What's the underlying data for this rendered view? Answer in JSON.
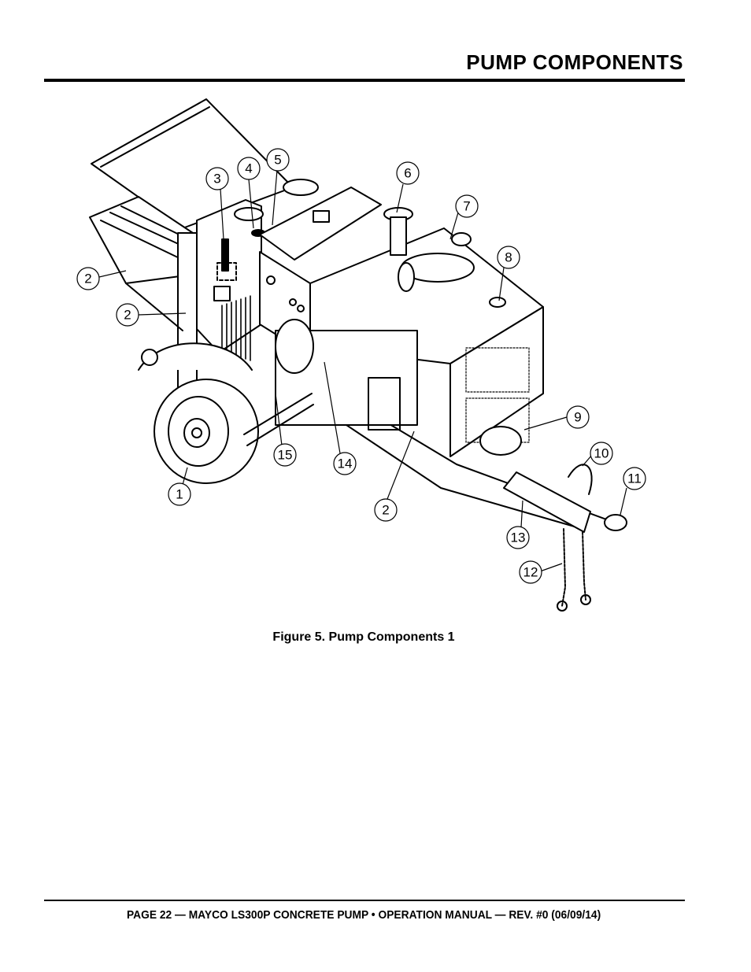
{
  "header": {
    "title": "PUMP COMPONENTS"
  },
  "figure": {
    "caption": "Figure 5. Pump Components 1",
    "callouts": [
      "2",
      "2",
      "3",
      "4",
      "5",
      "6",
      "7",
      "8",
      "2",
      "9",
      "10",
      "11",
      "13",
      "12",
      "1",
      "15",
      "14"
    ]
  },
  "footer": {
    "text": "PAGE 22 — MAYCO LS300P CONCRETE PUMP • OPERATION MANUAL — REV. #0 (06/09/14)"
  }
}
